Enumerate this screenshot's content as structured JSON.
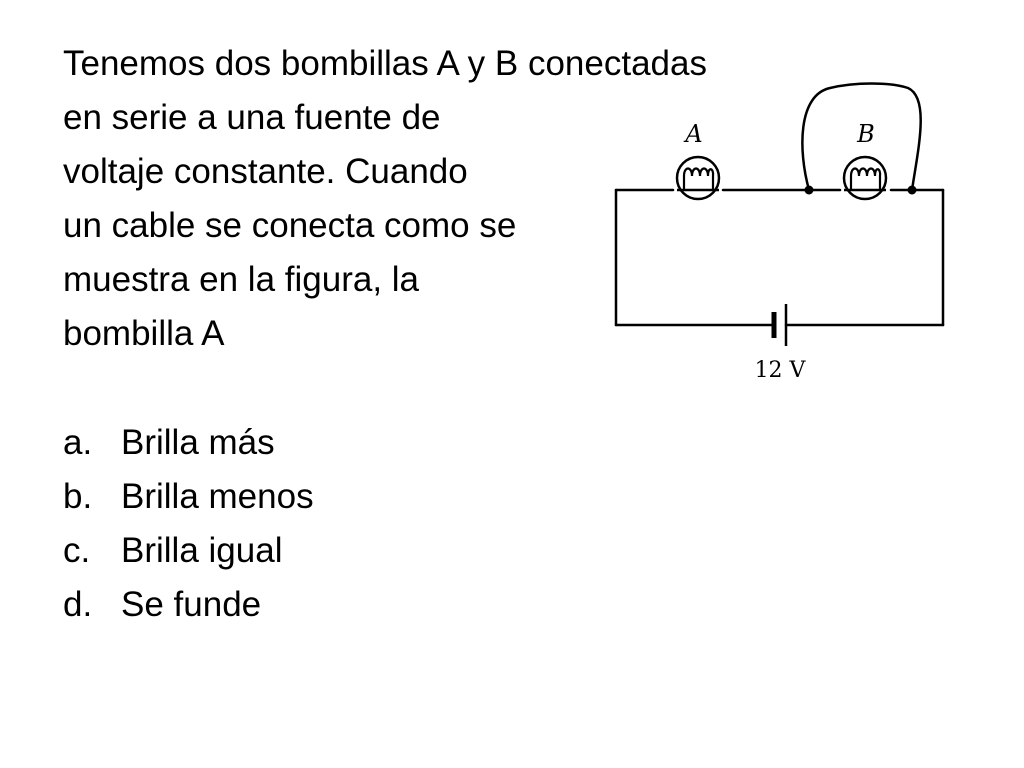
{
  "question": {
    "lines": [
      "Tenemos dos bombillas A y B conectadas",
      "en serie a una fuente de",
      "voltaje constante. Cuando",
      "un cable se conecta como se",
      "muestra en la figura, la",
      "bombilla A"
    ]
  },
  "options": [
    {
      "letter": "a.",
      "text": "Brilla más"
    },
    {
      "letter": "b.",
      "text": "Brilla menos"
    },
    {
      "letter": "c.",
      "text": "Brilla igual"
    },
    {
      "letter": "d.",
      "text": "Se funde"
    }
  ],
  "circuit": {
    "bulb_a_label": "A",
    "bulb_b_label": "B",
    "battery_label": "12 V"
  }
}
